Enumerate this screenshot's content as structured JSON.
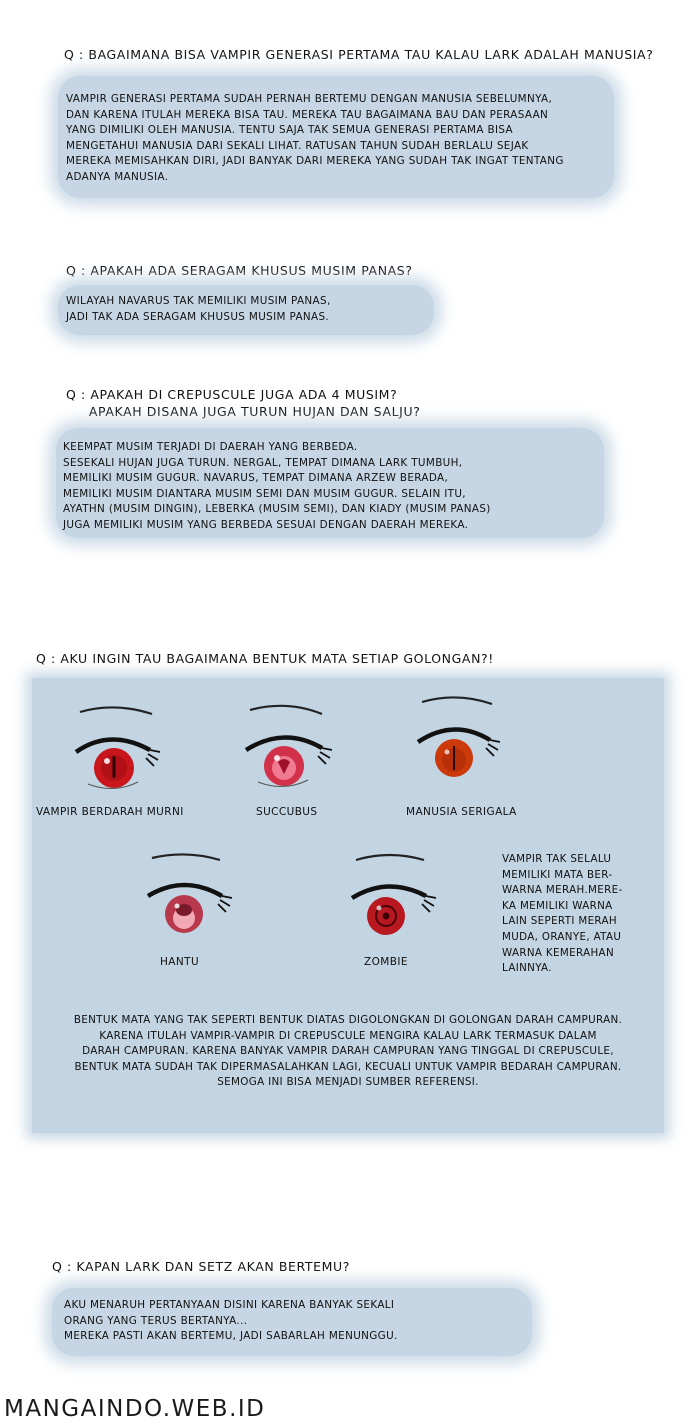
{
  "sections": [
    {
      "question": "Q : BAGAIMANA BISA VAMPIR GENERASI PERTAMA TAU KALAU LARK ADALAH MANUSIA?",
      "answer": "VAMPIR GENERASI PERTAMA SUDAH PERNAH BERTEMU DENGAN MANUSIA SEBELUMNYA,\nDAN KARENA ITULAH MEREKA BISA TAU. MEREKA TAU BAGAIMANA BAU DAN PERASAAN\nYANG DIMILIKI OLEH MANUSIA. TENTU SAJA TAK SEMUA GENERASI PERTAMA BISA\nMENGETAHUI MANUSIA DARI SEKALI LIHAT. RATUSAN TAHUN SUDAH BERLALU SEJAK\nMEREKA MEMISAHKAN DIRI, JADI BANYAK DARI MEREKA YANG SUDAH TAK INGAT TENTANG\nADANYA MANUSIA."
    },
    {
      "question": "Q : APAKAH ADA SERAGAM KHUSUS MUSIM PANAS?",
      "answer": "WILAYAH NAVARUS TAK MEMILIKI MUSIM PANAS,\nJADI TAK ADA SERAGAM KHUSUS MUSIM PANAS."
    },
    {
      "question": "Q : APAKAH DI CREPUSCULE JUGA ADA 4 MUSIM?\n     APAKAH DISANA JUGA TURUN HUJAN DAN SALJU?",
      "answer": "KEEMPAT MUSIM TERJADI DI DAERAH YANG BERBEDA.\nSESEKALI HUJAN JUGA TURUN. NERGAL, TEMPAT DIMANA LARK TUMBUH,\nMEMILIKI MUSIM GUGUR. NAVARUS, TEMPAT DIMANA ARZEW BERADA,\nMEMILIKI MUSIM DIANTARA MUSIM SEMI DAN MUSIM GUGUR. SELAIN ITU,\nAYATHN (MUSIM DINGIN), LEBERKA (MUSIM SEMI), DAN KIADY (MUSIM PANAS)\nJUGA MEMILIKI MUSIM YANG BERBEDA SESUAI DENGAN DAERAH MEREKA."
    },
    {
      "question": "Q : AKU INGIN TAU BAGAIMANA BENTUK MATA SETIAP GOLONGAN?!",
      "eyes": [
        {
          "label": "VAMPIR BERDARAH MURNI",
          "iris": "#c8161c",
          "pupil": "slit"
        },
        {
          "label": "SUCCUBUS",
          "iris": "#d2314a",
          "pupil": "heart"
        },
        {
          "label": "MANUSIA SERIGALA",
          "iris": "#cc3a0c",
          "pupil": "line"
        },
        {
          "label": "HANTU",
          "iris": "#b8384c",
          "pupil": "soft"
        },
        {
          "label": "ZOMBIE",
          "iris": "#b81820",
          "pupil": "ring"
        }
      ],
      "note": "VAMPIR TAK SELALU\nMEMILIKI MATA BER-\nWARNA MERAH.MERE-\nKA MEMILIKI WARNA\nLAIN SEPERTI MERAH\nMUDA, ORANYE, ATAU\nWARNA KEMERAHAN\nLAINNYA.",
      "paragraph": "BENTUK MATA YANG TAK SEPERTI BENTUK DIATAS DIGOLONGKAN DI GOLONGAN DARAH CAMPURAN.\nKARENA ITULAH VAMPIR-VAMPIR DI CREPUSCULE MENGIRA KALAU LARK TERMASUK DALAM\nDARAH CAMPURAN. KARENA BANYAK VAMPIR DARAH CAMPURAN YANG TINGGAL DI CREPUSCULE,\nBENTUK MATA SUDAH TAK DIPERMASALAHKAN LAGI, KECUALI UNTUK VAMPIR BEDARAH CAMPURAN.\nSEMOGA INI BISA MENJADI SUMBER REFERENSI."
    },
    {
      "question": "Q : KAPAN LARK DAN SETZ AKAN BERTEMU?",
      "answer": "AKU MENARUH PERTANYAAN DISINI KARENA BANYAK SEKALI\nORANG YANG TERUS BERTANYA...\nMEREKA PASTI AKAN BERTEMU, JADI SABARLAH MENUNGGU."
    }
  ],
  "watermark": "MANGAINDO.WEB.ID",
  "colors": {
    "box": "#c6d6e4",
    "panel": "#c3d4e2",
    "text": "#111111"
  }
}
